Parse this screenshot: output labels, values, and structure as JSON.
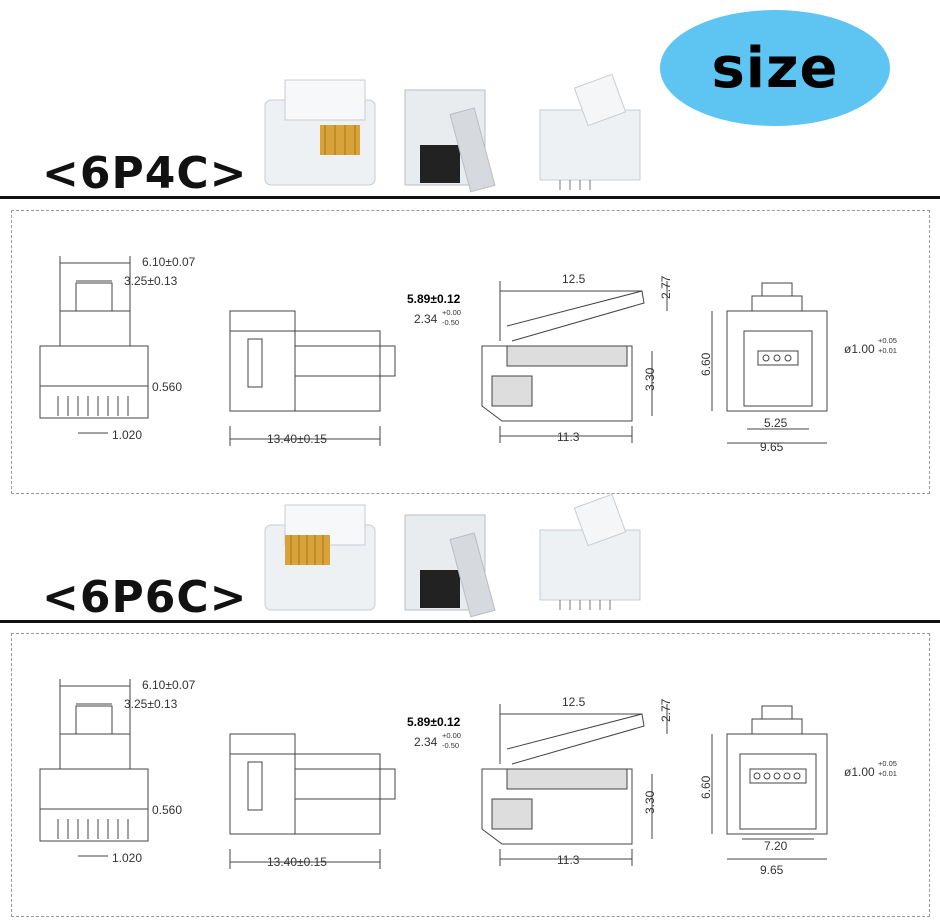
{
  "badge": {
    "label": "size",
    "color": "#5ec5f3"
  },
  "sections": [
    {
      "id": "6p4c",
      "heading": "<6P4C>",
      "dims": {
        "front_w1": "6.10±0.07",
        "front_w2": "3.25±0.13",
        "pin_gap": "0.560",
        "pin_pitch": "1.020",
        "length": "13.40±0.15",
        "height": "5.89±0.12",
        "tol_main": "2.34",
        "tol_plus": "+0.00",
        "tol_minus": "-0.50",
        "top_len": "12.5",
        "latch_h": "2.77",
        "body_h": "3.30",
        "body_len": "11.3",
        "face_h": "6.60",
        "hole_dia": "ø1.00",
        "hole_plus": "+0.05",
        "hole_minus": "+0.01",
        "inner_w": "5.25",
        "outer_w": "9.65"
      }
    },
    {
      "id": "6p6c",
      "heading": "<6P6C>",
      "dims": {
        "front_w1": "6.10±0.07",
        "front_w2": "3.25±0.13",
        "pin_gap": "0.560",
        "pin_pitch": "1.020",
        "length": "13.40±0.15",
        "height": "5.89±0.12",
        "tol_main": "2.34",
        "tol_plus": "+0.00",
        "tol_minus": "-0.50",
        "top_len": "12.5",
        "latch_h": "2.77",
        "body_h": "3.30",
        "body_len": "11.3",
        "face_h": "6.60",
        "hole_dia": "ø1.00",
        "hole_plus": "+0.05",
        "hole_minus": "+0.01",
        "inner_w": "7.20",
        "outer_w": "9.65"
      }
    }
  ]
}
